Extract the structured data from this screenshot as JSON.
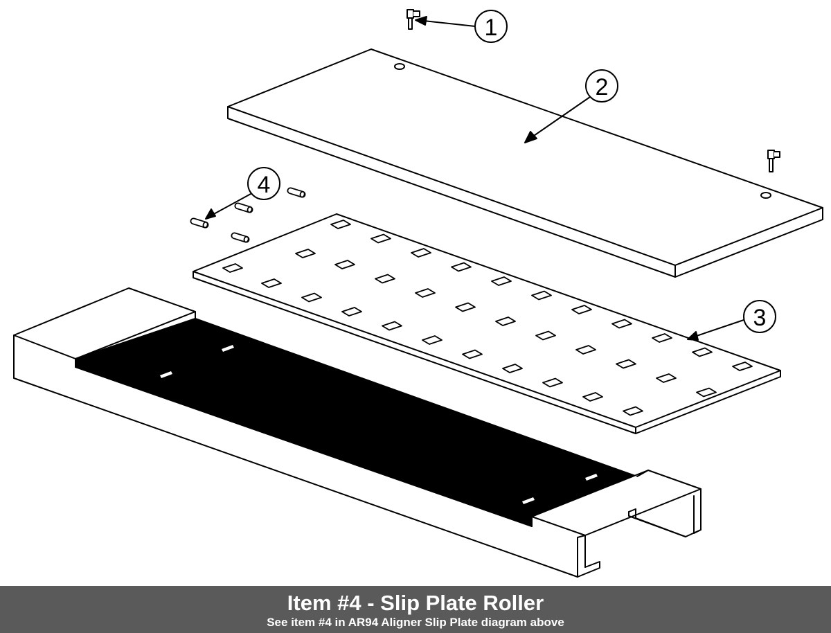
{
  "caption": {
    "title": "Item #4 - Slip Plate Roller",
    "subtitle": "See item #4 in AR94 Aligner Slip Plate diagram above"
  },
  "callouts": [
    {
      "number": "1",
      "part": "bolt"
    },
    {
      "number": "2",
      "part": "top-plate"
    },
    {
      "number": "3",
      "part": "roller-plate"
    },
    {
      "number": "4",
      "part": "roller-pins"
    }
  ],
  "colors": {
    "line": "#000000",
    "background": "#ffffff",
    "caption_bar": "#5a5a5a",
    "caption_text": "#ffffff"
  }
}
